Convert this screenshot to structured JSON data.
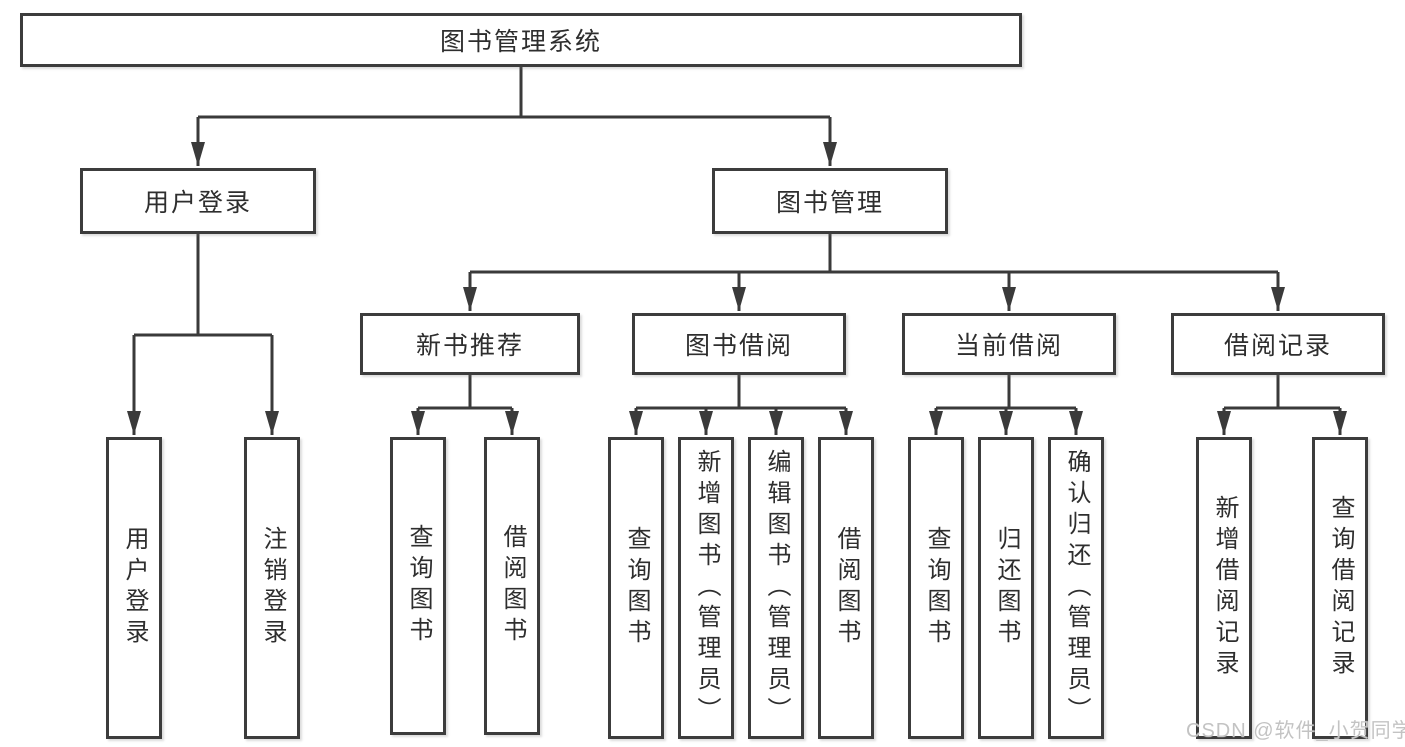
{
  "diagram": {
    "root": "图书管理系统",
    "branches": {
      "user_login": "用户登录",
      "book_management": "图书管理"
    },
    "modules": {
      "new_book_recommend": "新书推荐",
      "book_borrowing": "图书借阅",
      "current_borrowing": "当前借阅",
      "borrowing_records": "借阅记录"
    },
    "functions": {
      "user_login": "用户登录",
      "logout": "注销登录",
      "nb_query_book": "查询图书",
      "nb_borrow_book": "借阅图书",
      "bb_query_book": "查询图书",
      "bb_add_book": "新增图书（管理员）",
      "bb_edit_book": "编辑图书（管理员）",
      "bb_borrow_book": "借阅图书",
      "cb_query_book": "查询图书",
      "cb_return_book": "归还图书",
      "cb_confirm_return": "确认归还（管理员）",
      "br_add_record": "新增借阅记录",
      "br_query_record": "查询借阅记录"
    },
    "colors": {
      "box_border": "#3c3c3c",
      "connector_line": "#3a3a3a",
      "text": "#2e2e2e",
      "watermark": "#c3c3c3",
      "background": "#ffffff"
    }
  },
  "watermark": {
    "text": "CSDN @软件_小贺同学"
  }
}
